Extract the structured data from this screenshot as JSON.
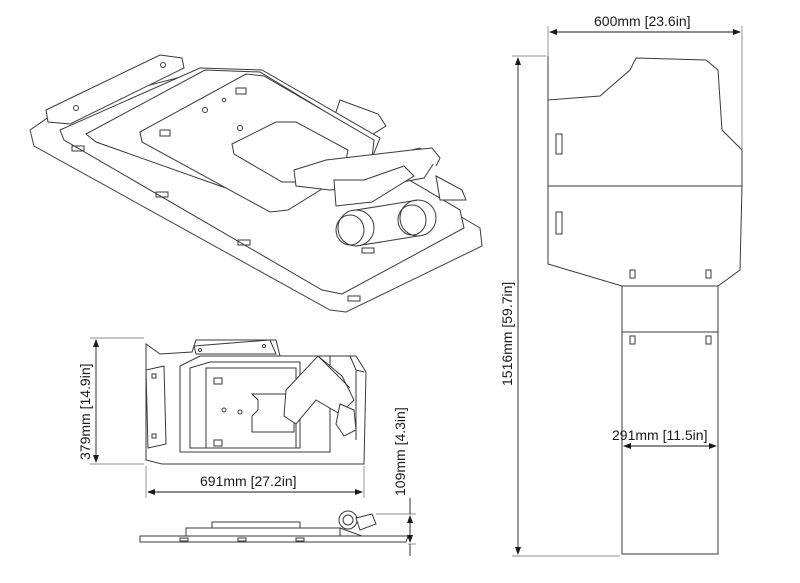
{
  "drawing": {
    "line_color": "#3a3a3a",
    "dimension_color": "#1a1a1a",
    "background": "#ffffff"
  },
  "dimensions": {
    "top_width": "600mm [23.6in]",
    "total_height": "1516mm [59.7in]",
    "lower_width": "291mm [11.5in]",
    "side_height": "379mm [14.9in]",
    "side_length": "691mm [27.2in]",
    "thickness": "109mm [4.3in]"
  }
}
